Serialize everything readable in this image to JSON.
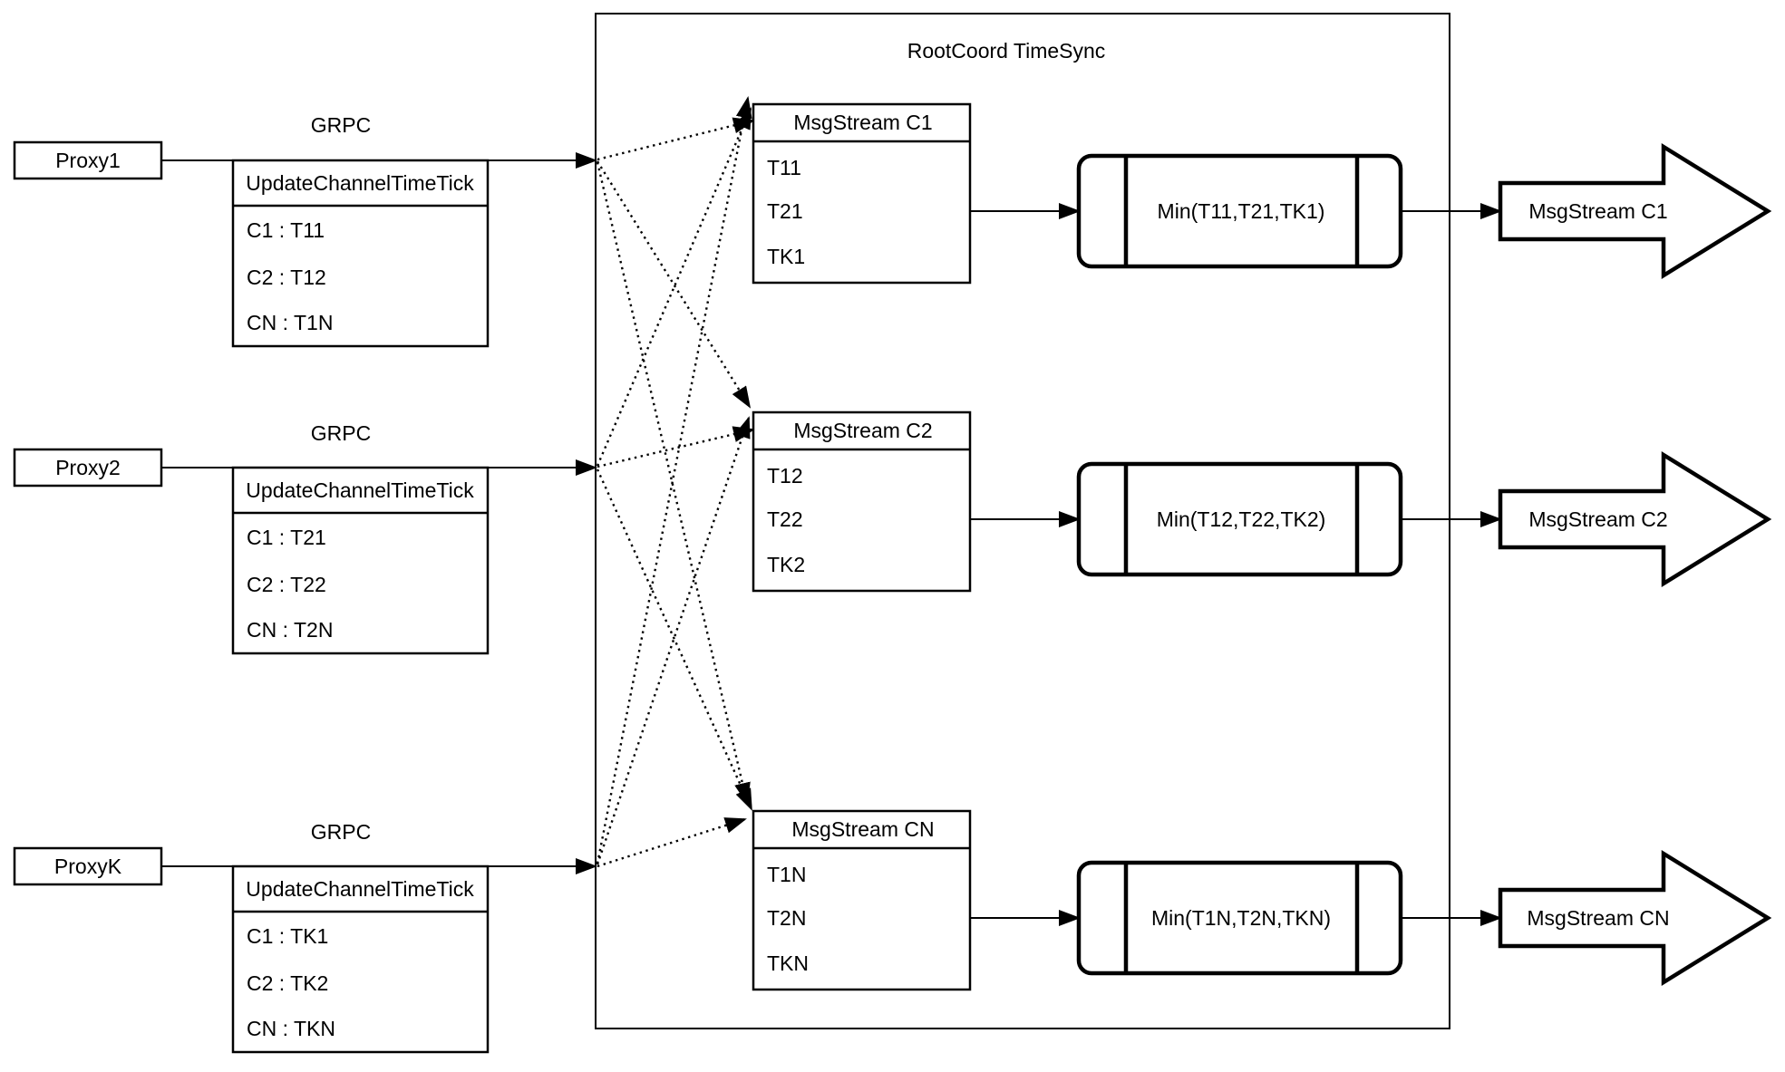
{
  "title": "RootCoord TimeSync",
  "proxies": [
    {
      "name": "Proxy1",
      "protocol_label": "GRPC",
      "message": {
        "header": "UpdateChannelTimeTick",
        "entries": [
          "C1 : T11",
          "C2 : T12",
          "CN : T1N"
        ]
      }
    },
    {
      "name": "Proxy2",
      "protocol_label": "GRPC",
      "message": {
        "header": "UpdateChannelTimeTick",
        "entries": [
          "C1 : T21",
          "C2 : T22",
          "CN : T2N"
        ]
      }
    },
    {
      "name": "ProxyK",
      "protocol_label": "GRPC",
      "message": {
        "header": "UpdateChannelTimeTick",
        "entries": [
          "C1 : TK1",
          "C2 : TK2",
          "CN : TKN"
        ]
      }
    }
  ],
  "channels": [
    {
      "stream_header": "MsgStream C1",
      "ticks": [
        "T11",
        "T21",
        "TK1"
      ],
      "min_label": "Min(T11,T21,TK1)",
      "output_label": "MsgStream C1"
    },
    {
      "stream_header": "MsgStream C2",
      "ticks": [
        "T12",
        "T22",
        "TK2"
      ],
      "min_label": "Min(T12,T22,TK2)",
      "output_label": "MsgStream C2"
    },
    {
      "stream_header": "MsgStream CN",
      "ticks": [
        "T1N",
        "T2N",
        "TKN"
      ],
      "min_label": "Min(T1N,T2N,TKN)",
      "output_label": "MsgStream CN"
    }
  ],
  "colors": {
    "line": "#000000",
    "fill": "#ffffff",
    "text": "#000000"
  }
}
